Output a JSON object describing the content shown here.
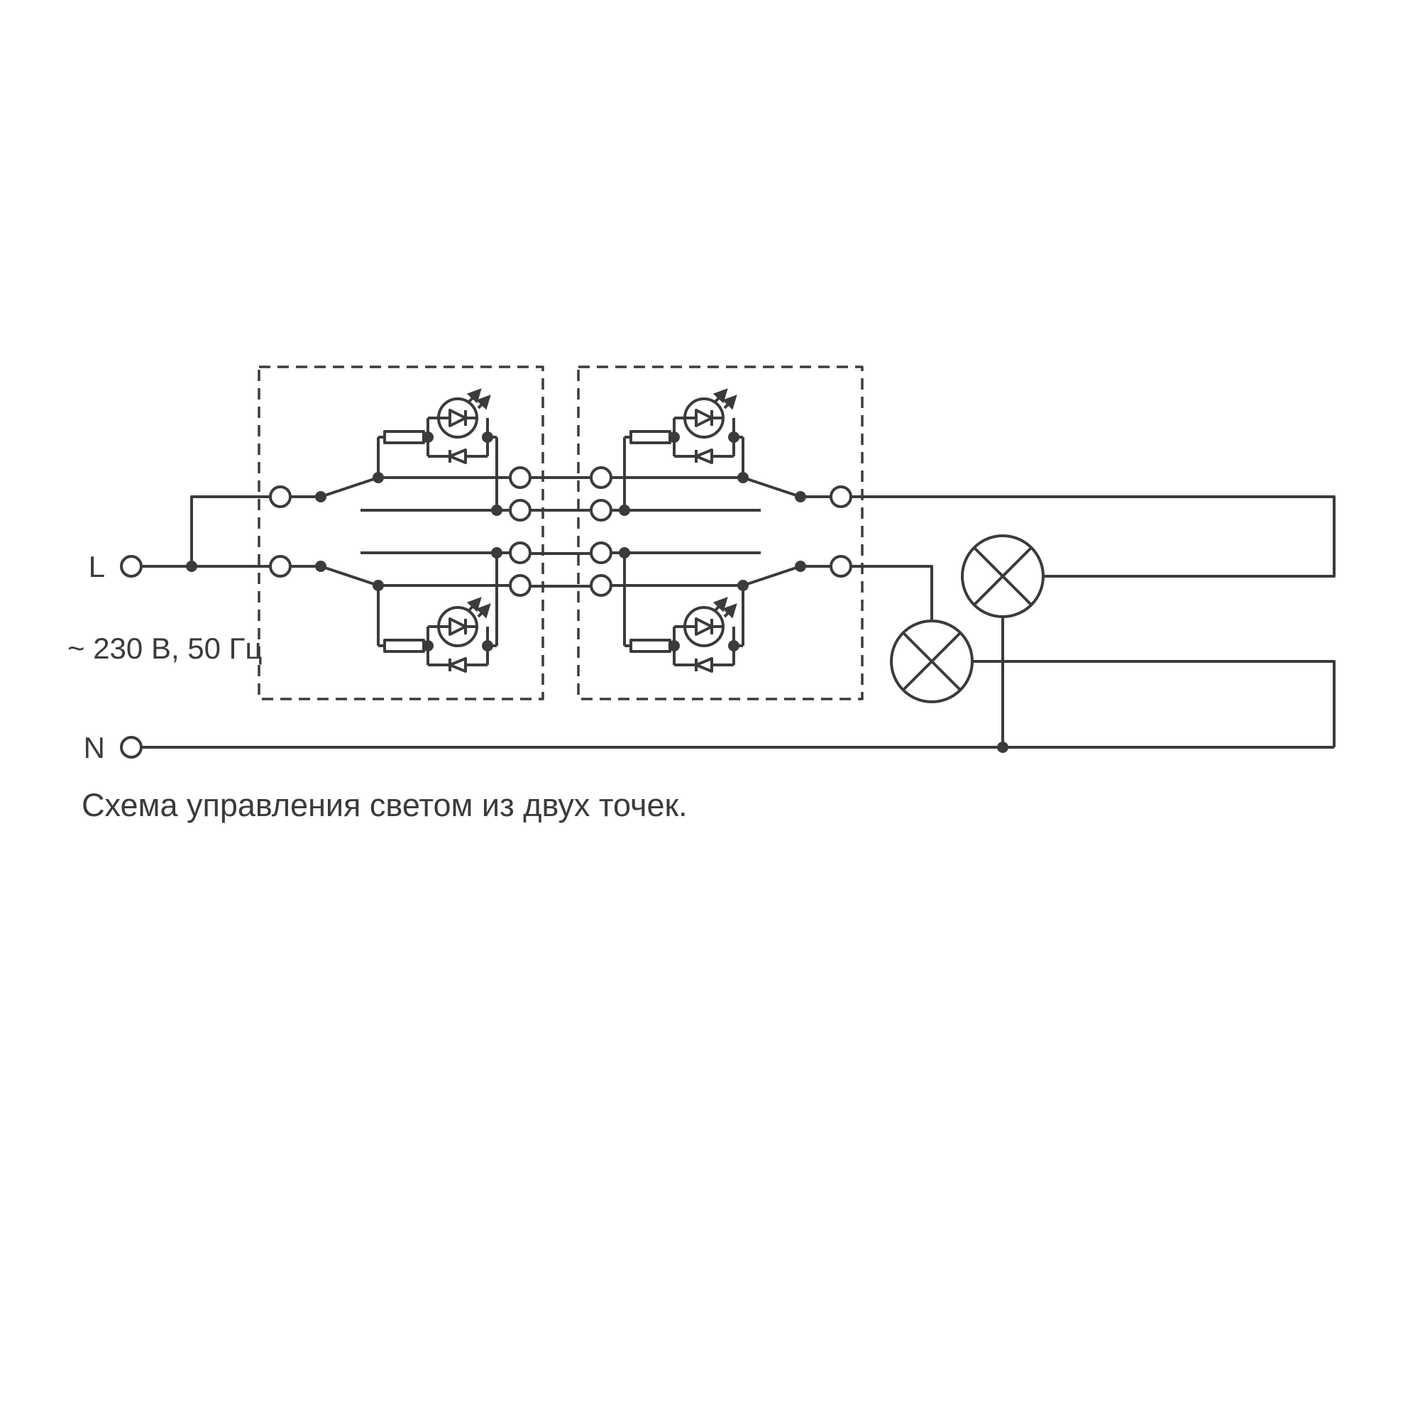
{
  "diagram": {
    "type": "electrical-wiring-diagram",
    "description": "Two-location light control: two 2-gang two-way switches with LED locator indicators switching two lamps",
    "line_label": "L",
    "neutral_label": "N",
    "supply_label": "~ 230 В, 50 Гц",
    "caption": "Схема управления светом из двух точек.",
    "switch_units": 2,
    "gangs_per_unit": 2,
    "indicator_leds": 4,
    "lamps": 2
  },
  "colors": {
    "stroke": "#3b3b3b",
    "background": "#ffffff"
  }
}
